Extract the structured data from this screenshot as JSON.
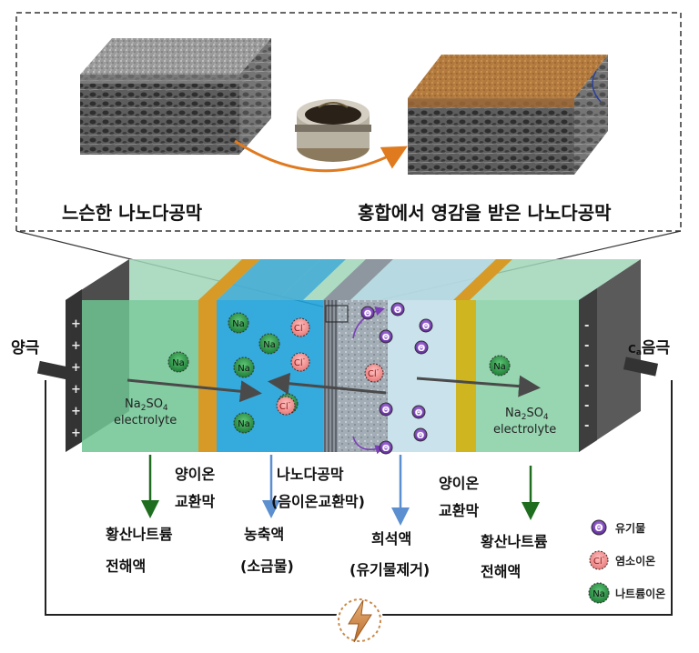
{
  "top_panel": {
    "left_caption": "느슨한 나노다공막",
    "right_caption": "홍합에서 영감을 받은 나노다공막"
  },
  "electrodes": {
    "anode": "양극",
    "cathode_prefix": "C",
    "cathode_sub": "a",
    "cathode": "음극"
  },
  "electrolyte": {
    "formula_main": "Na",
    "formula_sub1": "2",
    "formula_mid": "SO",
    "formula_sub2": "4",
    "word": "electrolyte"
  },
  "ions": {
    "na": "Na",
    "cl": "Cl",
    "cl_sup": "-",
    "organic": "Θ"
  },
  "labels": {
    "cation_membrane_left_1": "양이온",
    "cation_membrane_left_2": "교환막",
    "nano_membrane_1": "나노다공막",
    "nano_membrane_2": "(음이온교환막)",
    "cation_membrane_right_1": "양이온",
    "cation_membrane_right_2": "교환막",
    "sodium_sulfate_left_1": "황산나트륨",
    "sodium_sulfate_left_2": "전해액",
    "concentrate_1": "농축액",
    "concentrate_2": "(소금물)",
    "dilute_1": "희석액",
    "dilute_2": "(유기물제거)",
    "sodium_sulfate_right_1": "황산나트륨",
    "sodium_sulfate_right_2": "전해액"
  },
  "legend": [
    {
      "symbol": "Θ",
      "label": "유기물",
      "color": "#7b3fb8"
    },
    {
      "symbol": "Cl",
      "label": "염소이온",
      "color": "#f4a3a3"
    },
    {
      "symbol": "Na",
      "label": "나트륨이온",
      "color": "#2e9a48"
    }
  ],
  "plus_signs": [
    "+",
    "+",
    "+",
    "+",
    "+",
    "+"
  ],
  "minus_signs": [
    "-",
    "-",
    "-",
    "-",
    "-",
    "-"
  ]
}
